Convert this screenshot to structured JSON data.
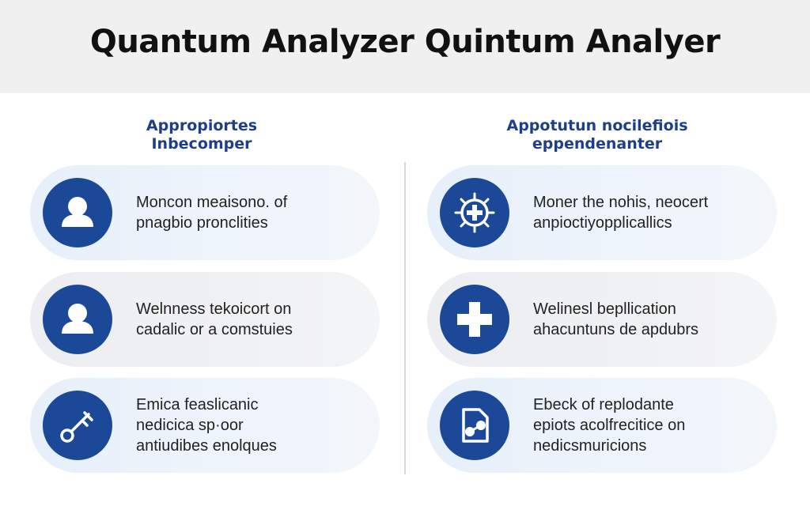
{
  "header": {
    "title": "Quantum Analyzer Quintum Analyer"
  },
  "left": {
    "heading": [
      "Appropiortes",
      "Inbecomper"
    ],
    "cards": [
      {
        "icon": "user-icon",
        "lines": [
          "Moncon meaisono. of",
          "pnagbio pronclities"
        ]
      },
      {
        "icon": "user-icon",
        "lines": [
          "Welnness tekoicort on",
          "cadalic or a comstuies"
        ]
      },
      {
        "icon": "key-icon",
        "lines": [
          "Emica feaslicanic",
          "nedicica sp·oor",
          "antiudibes enolques"
        ]
      }
    ]
  },
  "right": {
    "heading": [
      "Appotutun nocilefiois",
      "eppendenanter"
    ],
    "cards": [
      {
        "icon": "gear-plus-icon",
        "lines": [
          "Moner the nohis, neocert",
          "anpioctiyopplicallics"
        ]
      },
      {
        "icon": "medical-cross-icon",
        "lines": [
          "Welinesl bepllication",
          "ahacuntuns de apdubrs"
        ]
      },
      {
        "icon": "document-link-icon",
        "lines": [
          "Ebeck of replodante",
          "epiots acolfrecitice on",
          "nedicsmuricions"
        ]
      }
    ]
  },
  "colors": {
    "accent": "#1b4897",
    "heading": "#1d3f8a",
    "card_blue": "#e6effa",
    "card_gray": "#eceef1",
    "header_bg": "#f0f0f1"
  }
}
